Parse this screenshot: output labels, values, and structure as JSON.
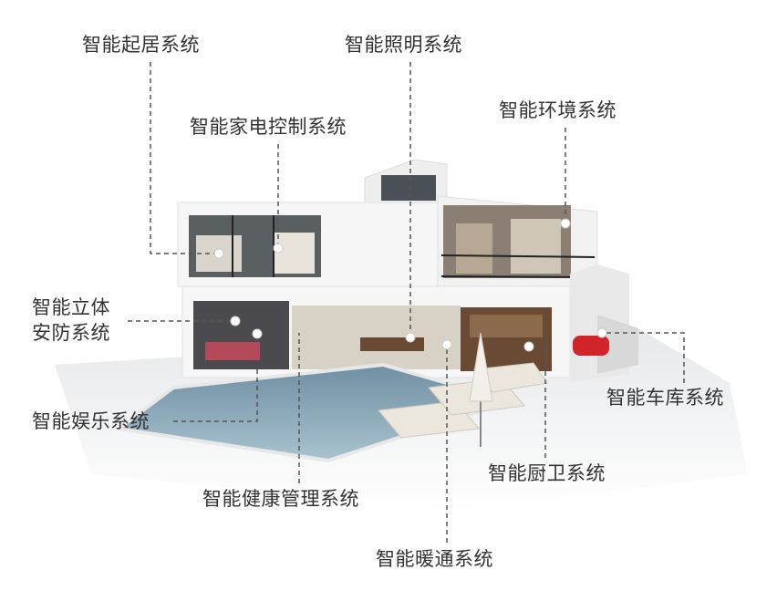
{
  "labels": {
    "living": "智能起居系统",
    "lighting": "智能照明系统",
    "environment": "智能环境系统",
    "appliance": "智能家电控制系统",
    "security_line1": "智能立体",
    "security_line2": "安防系统",
    "entertainment": "智能娱乐系统",
    "health": "智能健康管理系统",
    "hvac": "智能暖通系统",
    "kitchen_bath": "智能厨卫系统",
    "garage": "智能车库系统"
  },
  "colors": {
    "leader_line": "#555555",
    "label_text": "#333333",
    "wall": "#f4f4f4",
    "glass": "#3a3f44",
    "pool": "#7f9fb0",
    "car": "#d0232a"
  }
}
